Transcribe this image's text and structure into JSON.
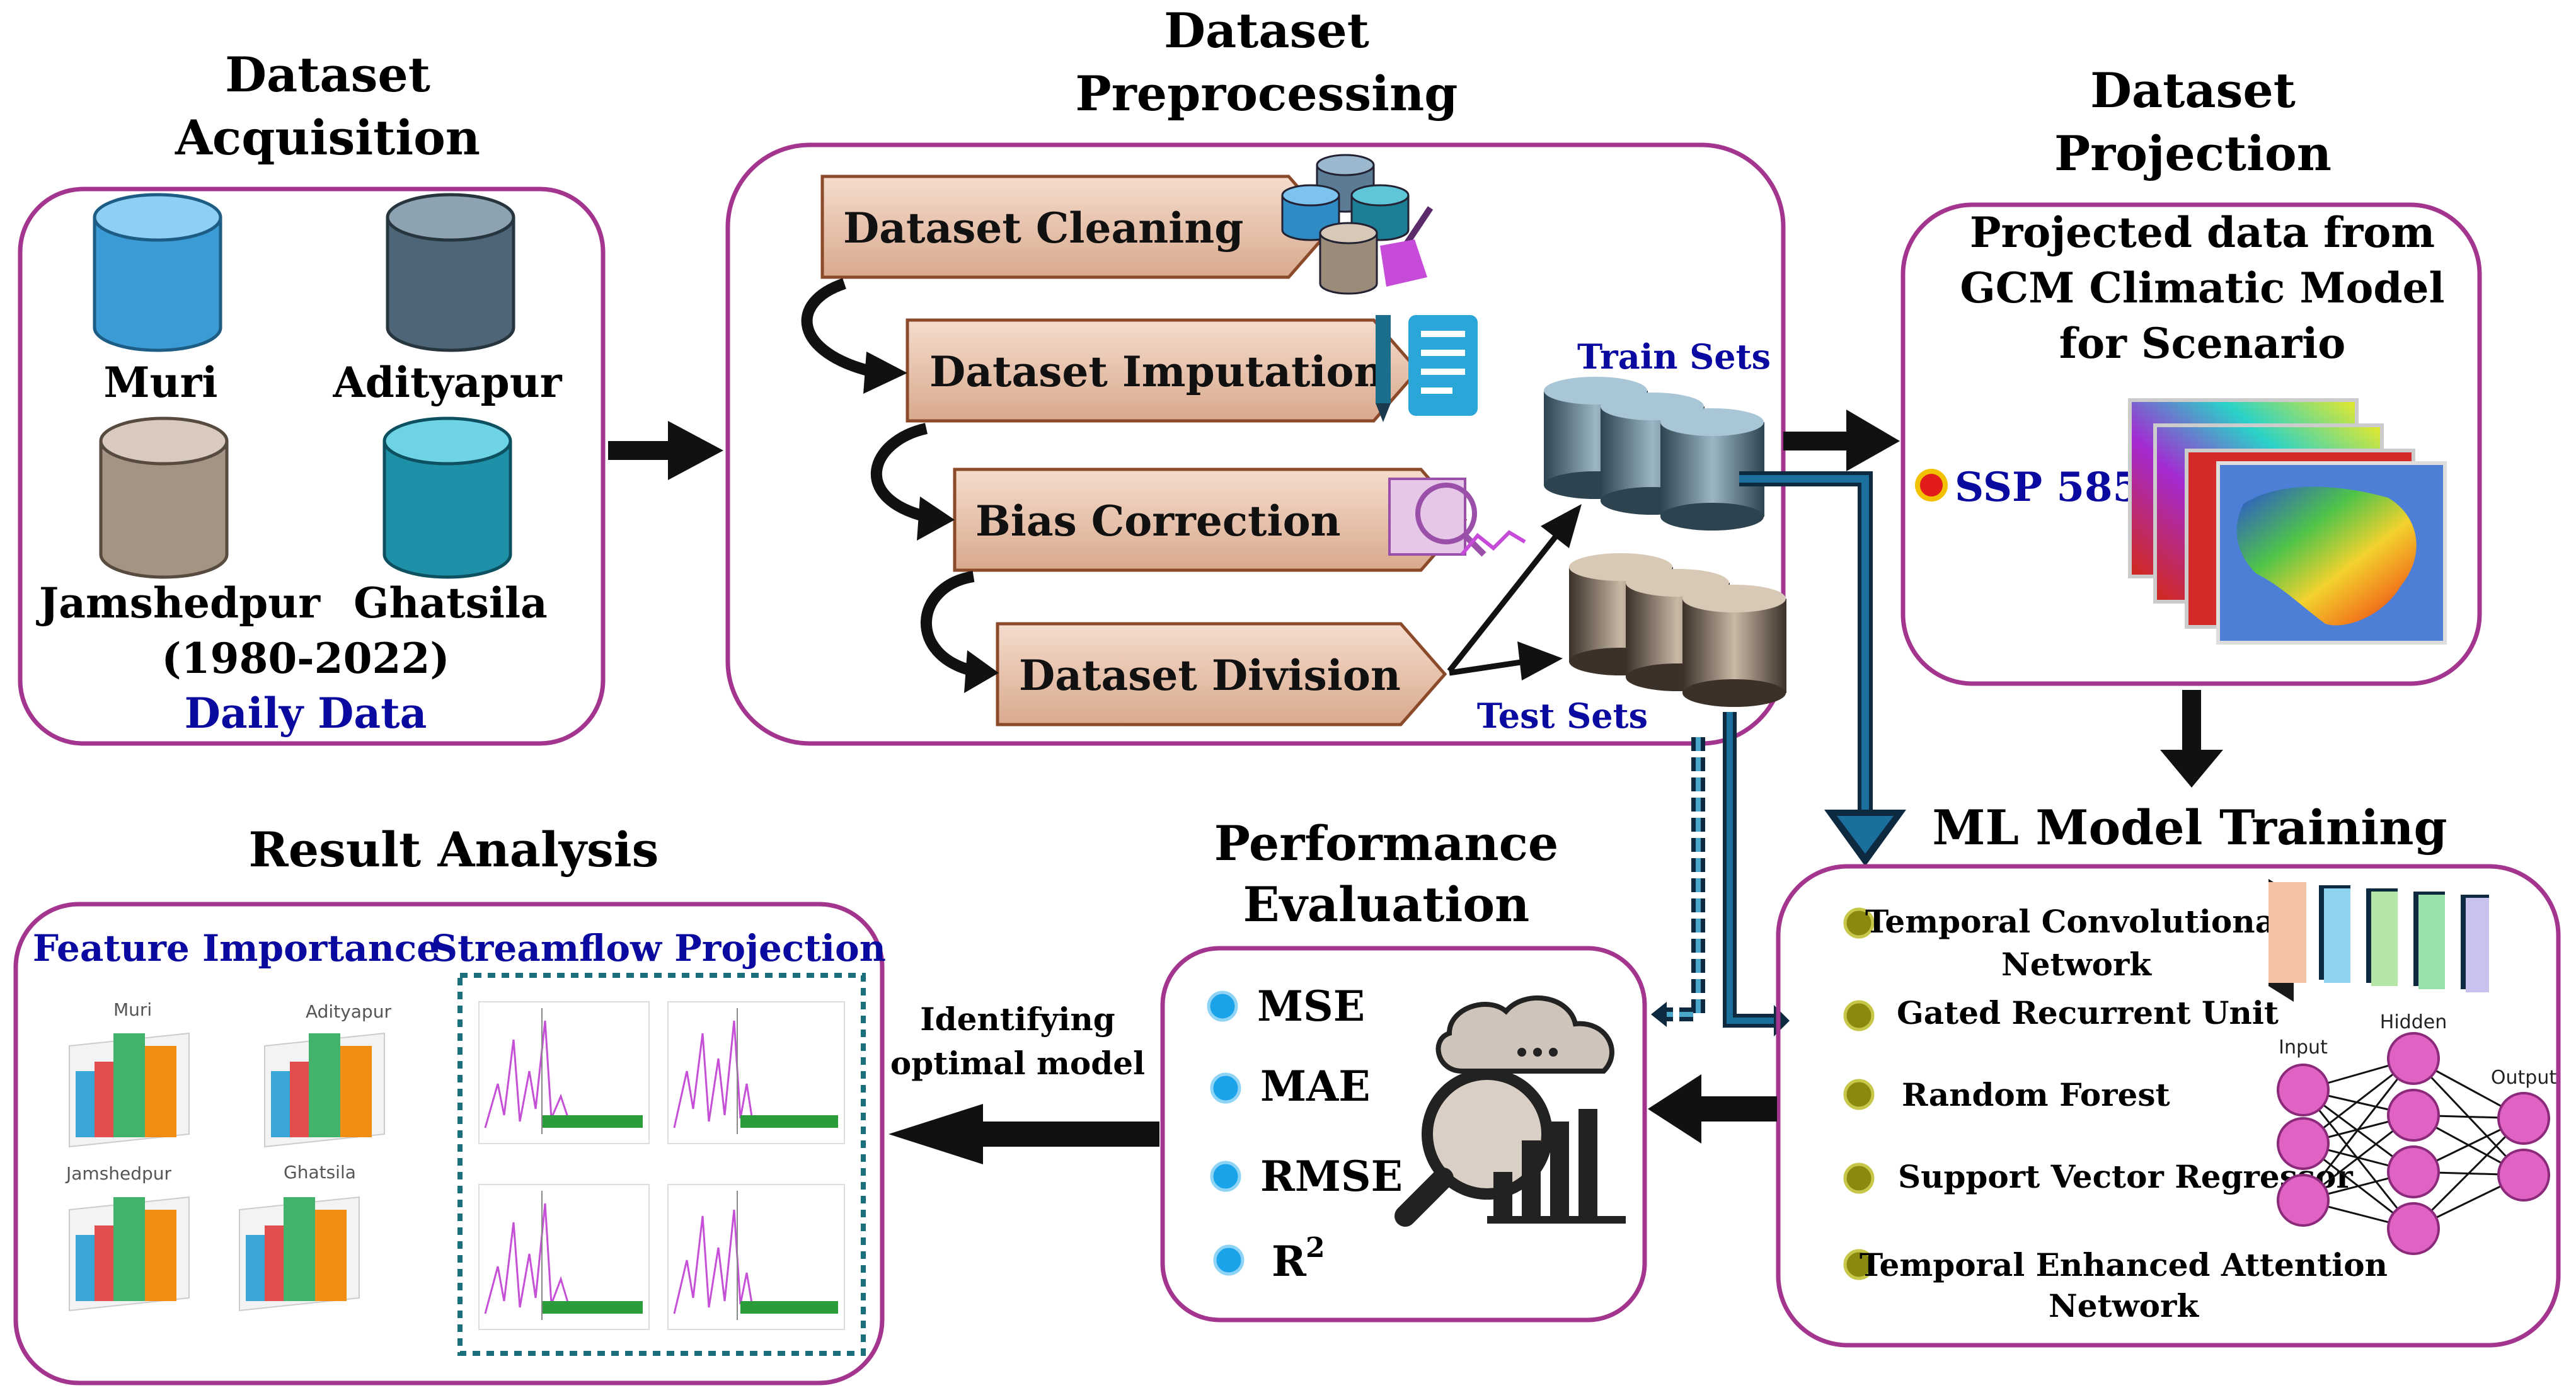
{
  "acquisition": {
    "header_line1": "Dataset",
    "header_line2": "Acquisition",
    "stations": [
      "Muri",
      "Adityapur",
      "Jamshedpur",
      "Ghatsila"
    ],
    "period": "(1980-2022)",
    "data_type": "Daily Data",
    "cylinder_colors": [
      "#3a9bd5",
      "#4d6577",
      "#a39483",
      "#1e90a8"
    ]
  },
  "preprocessing": {
    "header_line1": "Dataset",
    "header_line2": "Preprocessing",
    "steps": [
      "Dataset Cleaning",
      "Dataset Imputation",
      "Bias Correction",
      "Dataset Division"
    ],
    "train_label": "Train Sets",
    "test_label": "Test Sets"
  },
  "projection": {
    "header_line1": "Dataset",
    "header_line2": "Projection",
    "text_line1": "Projected data from",
    "text_line2": "GCM Climatic Model",
    "text_line3": "for Scenario",
    "scenario": "SSP 585"
  },
  "training": {
    "header": "ML Model Training",
    "models": [
      {
        "line1": "Temporal Convolutional",
        "line2": "Network"
      },
      {
        "line1": "Gated Recurrent Unit",
        "line2": ""
      },
      {
        "line1": "Random Forest",
        "line2": ""
      },
      {
        "line1": "Support Vector Regressor",
        "line2": ""
      },
      {
        "line1": "Temporal Enhanced Attention",
        "line2": "Network"
      }
    ],
    "nn_labels": {
      "input": "Input",
      "hidden": "Hidden",
      "output": "Output"
    }
  },
  "evaluation": {
    "header_line1": "Performance",
    "header_line2": "Evaluation",
    "metrics": [
      "MSE",
      "MAE",
      "RMSE",
      "R"
    ],
    "r2_superscript": "2"
  },
  "identify": {
    "line1": "Identifying",
    "line2": "optimal model"
  },
  "result": {
    "header": "Result Analysis",
    "feature_title": "Feature Importance",
    "projection_title": "Streamflow Projection",
    "feature_charts": [
      "Muri",
      "Adityapur",
      "Jamshedpur",
      "Ghatsila"
    ]
  },
  "colors": {
    "box_border": "#a3358f",
    "heading_blue": "#0a0aa0",
    "step_fill": "#e9c7b4",
    "step_border": "#8b4a2a",
    "flow_navy": "#0d4a6e",
    "dashed_teal": "#1b6f7d",
    "metric_dot": "#1aa3e8",
    "model_dot": "#8a8a10"
  }
}
